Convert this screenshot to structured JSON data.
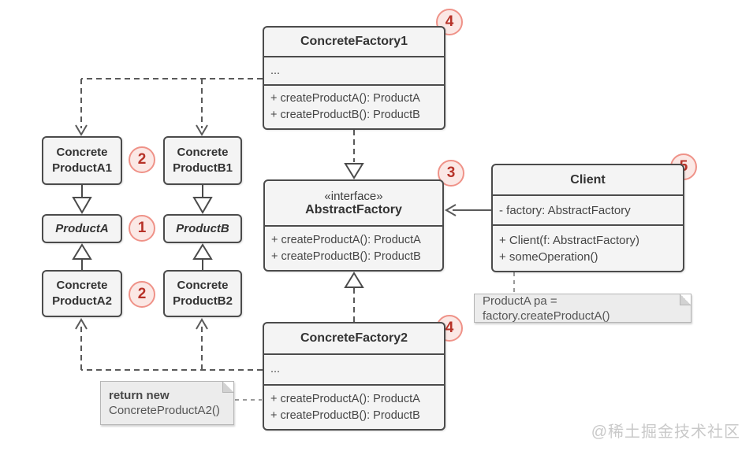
{
  "diagram": {
    "pattern": "Abstract Factory",
    "type": "uml-class-diagram"
  },
  "classes": {
    "factory1": {
      "name": "ConcreteFactory1",
      "attributes": [
        "..."
      ],
      "methods": [
        "+ createProductA(): ProductA",
        "+ createProductB(): ProductB"
      ]
    },
    "abstract_factory": {
      "stereotype": "«interface»",
      "name": "AbstractFactory",
      "methods": [
        "+ createProductA(): ProductA",
        "+ createProductB(): ProductB"
      ]
    },
    "factory2": {
      "name": "ConcreteFactory2",
      "attributes": [
        "..."
      ],
      "methods": [
        "+ createProductA(): ProductA",
        "+ createProductB(): ProductB"
      ]
    },
    "client": {
      "name": "Client",
      "attributes": [
        "- factory: AbstractFactory"
      ],
      "methods": [
        "+ Client(f: AbstractFactory)",
        "+ someOperation()"
      ]
    },
    "concrete_product_a1": {
      "line1": "Concrete",
      "line2": "ProductA1"
    },
    "concrete_product_b1": {
      "line1": "Concrete",
      "line2": "ProductB1"
    },
    "product_a": {
      "name": "ProductA"
    },
    "product_b": {
      "name": "ProductB"
    },
    "concrete_product_a2": {
      "line1": "Concrete",
      "line2": "ProductA2"
    },
    "concrete_product_b2": {
      "line1": "Concrete",
      "line2": "ProductB2"
    }
  },
  "badges": {
    "factory1": "4",
    "abstract_factory": "3",
    "factory2": "4",
    "client": "5",
    "products_row_top": "2",
    "products_row_interface": "1",
    "products_row_bottom": "2"
  },
  "notes": {
    "return_note": {
      "line1": "return new",
      "line2": "ConcreteProductA2()"
    },
    "client_note": {
      "text": "ProductA pa = factory.createProductA()"
    }
  },
  "watermark": "@稀土掘金技术社区",
  "colors": {
    "box_fill": "#f4f4f4",
    "box_border": "#4b4b4b",
    "line": "#5a5a5a",
    "badge_fill": "#fbe8e5",
    "badge_border": "#ef9288",
    "badge_text": "#b73228",
    "note_fill": "#ececec",
    "note_border": "#b5b5b5",
    "watermark": "#c9c9c9"
  }
}
